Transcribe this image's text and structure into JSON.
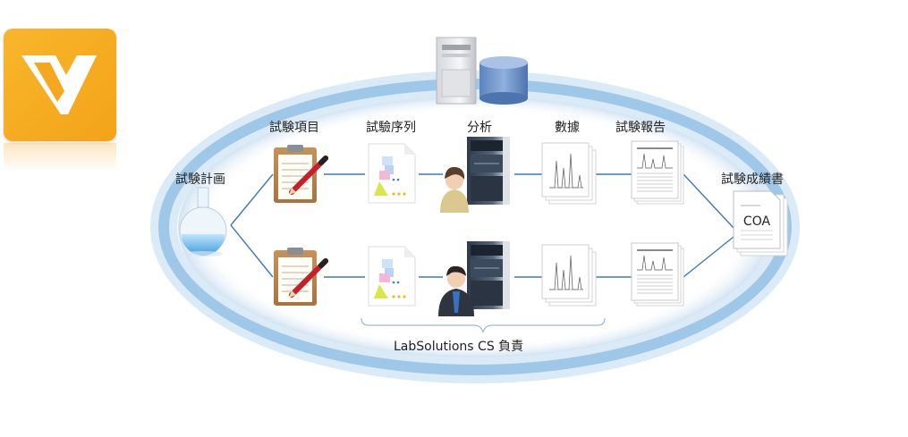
{
  "logo": {
    "name": "logo-icon",
    "color": "#f5a81f"
  },
  "labels": {
    "test_plan": "試験計画",
    "test_item": "試験項目",
    "test_sequence": "試驗序列",
    "analysis": "分析",
    "data": "數據",
    "test_report": "試験報告",
    "test_certificate": "試験成績書"
  },
  "coa_text": "COA",
  "footer": "LabSolutions CS 負責",
  "colors": {
    "ring": "#9fc8e8",
    "ring_glow": "#dbeaf7",
    "lines": "#3f79b5"
  }
}
